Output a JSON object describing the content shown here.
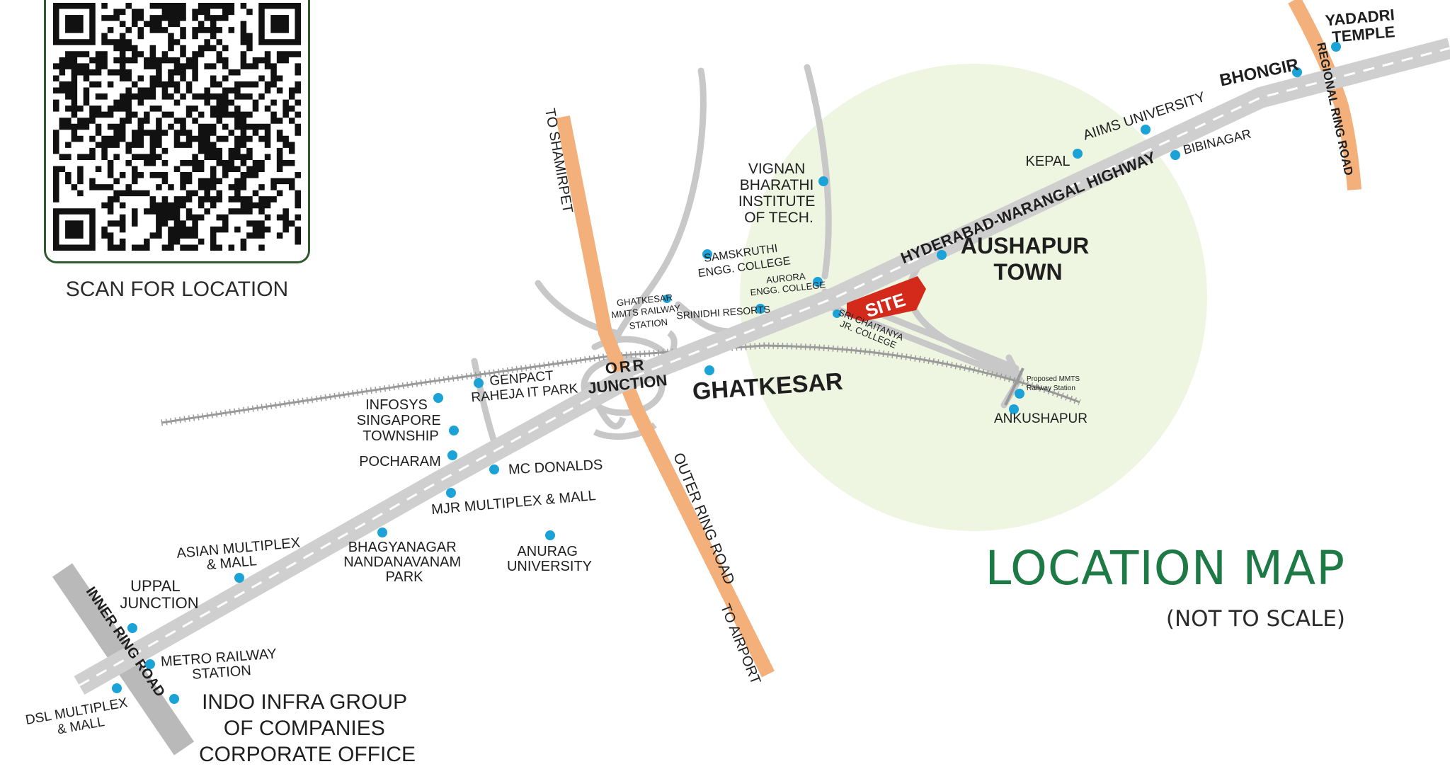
{
  "qr": {
    "caption": "SCAN FOR LOCATION"
  },
  "title": {
    "main": "LOCATION MAP",
    "sub": "(NOT TO SCALE)"
  },
  "roads": {
    "highway": "HYDERABAD-WARANGAL HIGHWAY",
    "orr": "OUTER RING ROAD",
    "to_shamirpet": "TO SHAMIRPET",
    "to_airport": "TO AIRPORT",
    "inner_ring": "INNER RING ROAD",
    "regional_ring": "REGIONAL RING ROAD"
  },
  "site": {
    "label": "SITE",
    "color": "#d42a1c"
  },
  "colors": {
    "highway": "#cfcfcf",
    "orr": "#f3b07b",
    "zone": "#eef6e2",
    "marker": "#1ba3d8",
    "title": "#1e7a45"
  },
  "places": {
    "yadadri": [
      "YADADRI",
      "TEMPLE"
    ],
    "bhongir": "BHONGIR",
    "aiims": "AIIMS UNIVERSITY",
    "bibinagar": "BIBINAGAR",
    "kepal": "KEPAL",
    "vignan": [
      "VIGNAN",
      "BHARATHI",
      "INSTITUTE",
      "OF TECH."
    ],
    "samskruthi": [
      "SAMSKRUTHI",
      "ENGG. COLLEGE"
    ],
    "aurora": [
      "AURORA",
      "ENGG. COLLEGE"
    ],
    "srinidhi": "SRINIDHI RESORTS",
    "ghatkesar_mmts": [
      "GHATKESAR",
      "MMTS RAILWAY",
      "STATION"
    ],
    "aushapur": [
      "AUSHAPUR",
      "TOWN"
    ],
    "sri_chaitanya": [
      "SRI CHAITANYA",
      "JR. COLLEGE"
    ],
    "proposed_mmts": [
      "Proposed MMTS",
      "Railway Station"
    ],
    "ankushapur": "ANKUSHAPUR",
    "orr_junction": [
      "ORR",
      "JUNCTION"
    ],
    "ghatkesar": "GHATKESAR",
    "genpact": [
      "GENPACT",
      "RAHEJA IT PARK"
    ],
    "infosys": "INFOSYS",
    "singapore": [
      "SINGAPORE",
      "TOWNSHIP"
    ],
    "pocharam": "POCHARAM",
    "mcdonalds": "MC DONALDS",
    "mjr": "MJR MULTIPLEX & MALL",
    "asian": [
      "ASIAN MULTIPLEX",
      "& MALL"
    ],
    "bhagyanagar": [
      "BHAGYANAGAR",
      "NANDANAVANAM",
      "PARK"
    ],
    "anurag": [
      "ANURAG",
      "UNIVERSITY"
    ],
    "uppal": [
      "UPPAL",
      "JUNCTION"
    ],
    "metro": [
      "METRO RAILWAY",
      "STATION"
    ],
    "dsl": [
      "DSL MULTIPLEX",
      "& MALL"
    ],
    "indo": [
      "INDO INFRA GROUP",
      "OF COMPANIES",
      "CORPORATE OFFICE"
    ]
  }
}
